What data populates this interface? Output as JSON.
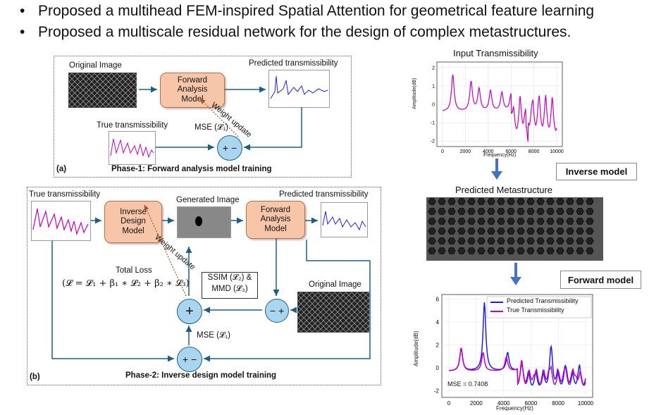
{
  "bullets": [
    "Proposed a multihead FEM-inspired Spatial Attention for geometrical feature learning",
    "Proposed a multiscale residual network for the design of complex metastructures."
  ],
  "phase1": {
    "original_image": "Original Image",
    "model": "Forward Analysis Model",
    "predicted": "Predicted transmissibility",
    "true": "True transmissibility",
    "mse": "MSE (𝓛₁)",
    "weight_update": "Weight update",
    "tag": "(a)",
    "caption": "Phase-1: Forward analysis model training",
    "pm": "+ −"
  },
  "phase2": {
    "true": "True transmissibility",
    "inverse_model": "Inverse Design Model",
    "generated": "Generated Image",
    "forward_model": "Forward Analysis Model",
    "predicted": "Predicted transmissibility",
    "weight_update": "Weight update",
    "total_loss": "Total Loss",
    "loss_eq": "(𝓛 = 𝓛₁ + β₁ ∗ 𝓛₂ + β₂ ∗ 𝓛₃)",
    "ssim": "SSIM (𝓛₂) &",
    "mmd": "MMD (𝓛₃)",
    "original": "Original Image",
    "mse": "MSE (𝓛₁)",
    "tag": "(b)",
    "caption": "Phase-2: Inverse design model training",
    "plus": "+",
    "pm": "+ −",
    "mp": "− +"
  },
  "right": {
    "input_title": "Input Transmissibility",
    "inverse_label": "Inverse model",
    "pred_meta": "Predicted Metastructure",
    "forward_label": "Forward model",
    "chart_top": {
      "ylabel": "Amplitude(dB)",
      "xlabel": "Frequency(Hz)",
      "yticks": [
        "2",
        "1",
        "0",
        "-1",
        "-2"
      ],
      "xticks": [
        "0",
        "2000",
        "4000",
        "6000",
        "8000",
        "10000"
      ]
    },
    "chart_bottom": {
      "ylabel": "Amplitude(dB)",
      "xlabel": "Frequency(Hz)",
      "yticks": [
        "6",
        "4",
        "2",
        "0",
        "-2"
      ],
      "xticks": [
        "0",
        "2000",
        "4000",
        "6000",
        "8000",
        "10000"
      ],
      "legend": [
        "Predicted Transmissibility",
        "True Transmissibility"
      ],
      "mse": "MSE = 0.7408"
    }
  },
  "colors": {
    "accent_blue": "#4472c4",
    "magenta": "#c000c0",
    "blue": "#1f1fe0",
    "box": "#f7c6a8",
    "circle": "#a9d6ee"
  }
}
